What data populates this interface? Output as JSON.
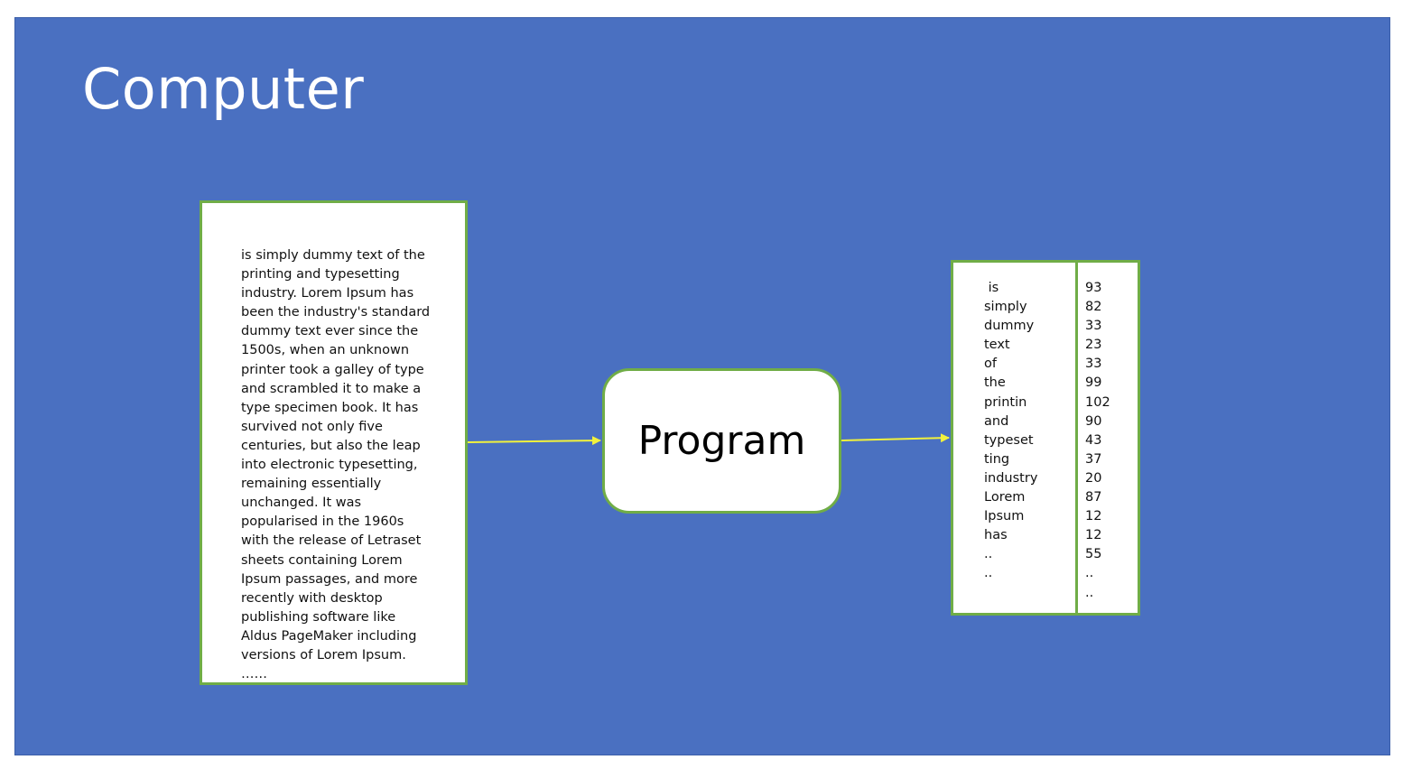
{
  "title": "Computer",
  "input_document": {
    "text": " is simply dummy text of the\nprinting and typesetting\nindustry. Lorem Ipsum has\nbeen the industry's standard\ndummy text ever since the\n1500s, when an unknown\nprinter took a galley of type\nand scrambled it to make a\ntype specimen book. It has\nsurvived not only five\ncenturies, but also the leap\ninto electronic typesetting,\nremaining essentially\nunchanged. It was\npopularised in the 1960s\nwith the release of Letraset\nsheets containing Lorem\nIpsum passages, and more\nrecently with desktop\npublishing software like\nAldus PageMaker including\nversions of Lorem Ipsum.\n……"
  },
  "program": {
    "label": "Program"
  },
  "output_table": {
    "rows": [
      {
        "word": " is",
        "count": "93"
      },
      {
        "word": "simply",
        "count": "82"
      },
      {
        "word": "dummy",
        "count": "33"
      },
      {
        "word": "text",
        "count": "23"
      },
      {
        "word": "of",
        "count": "33"
      },
      {
        "word": "the",
        "count": "99"
      },
      {
        "word": "printin",
        "count": "102"
      },
      {
        "word": "and",
        "count": "90"
      },
      {
        "word": "typeset",
        "count": "43"
      },
      {
        "word": "ting",
        "count": "37"
      },
      {
        "word": "industry",
        "count": "20"
      },
      {
        "word": "Lorem",
        "count": "87"
      },
      {
        "word": "Ipsum",
        "count": "12"
      },
      {
        "word": "has",
        "count": "12"
      },
      {
        "word": "..",
        "count": "55"
      },
      {
        "word": "..",
        "count": ".."
      },
      {
        "word": "",
        "count": ".."
      }
    ]
  },
  "colors": {
    "background": "#4a70c1",
    "box_border": "#70ad47",
    "arrow": "#f2f23c"
  }
}
